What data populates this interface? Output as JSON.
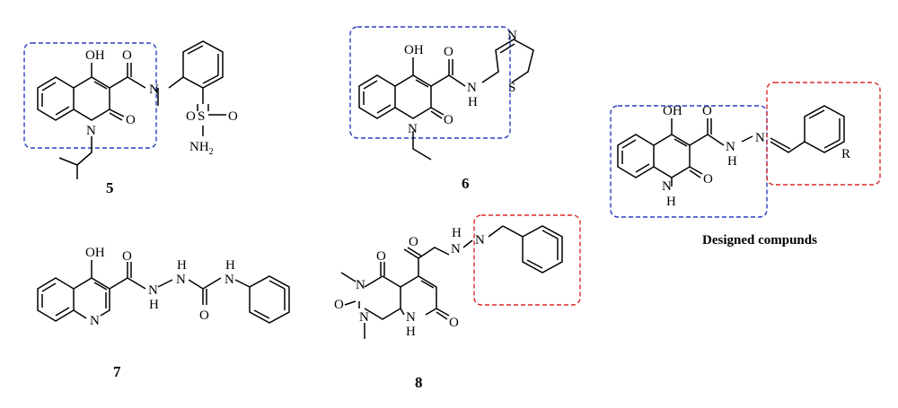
{
  "compound_labels": {
    "c5": "5",
    "c6": "6",
    "c7": "7",
    "c8": "8"
  },
  "designed_caption": "Designed compunds",
  "atoms": {
    "oh": "OH",
    "o": "O",
    "n": "N",
    "h": "H",
    "s": "S",
    "nh": "NH",
    "nh2_main": "NH",
    "nh2_sub": "2",
    "r": "R"
  },
  "box_colors": {
    "quinolone_scaffold": "#2b3cc4",
    "benzylidene_fragment": "#d72a2a"
  }
}
